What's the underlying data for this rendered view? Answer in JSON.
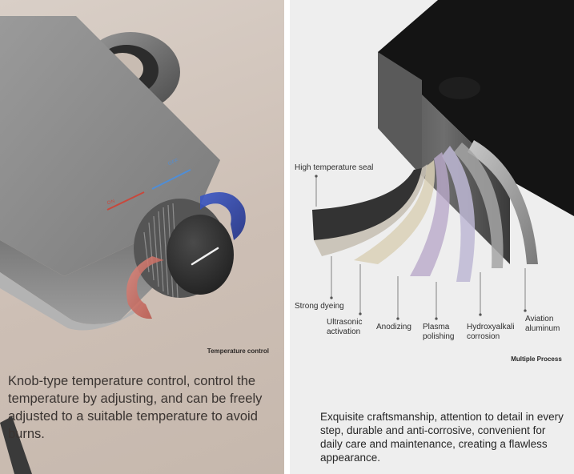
{
  "left_panel": {
    "on_label": "ON",
    "off_label": "OFF",
    "label": "Temperature control",
    "caption": "Knob-type temperature control, control the temperature by adjusting, and can be freely adjusted to a suitable temperature to avoid burns."
  },
  "right_panel": {
    "layers": [
      "High temperature seal",
      "Strong dyeing",
      "Ultrasonic activation",
      "Anodizing",
      "Plasma polishing",
      "Hydroxyalkali corrosion",
      "Aviation aluminum"
    ],
    "title": "Multiple Process",
    "caption": "Exquisite craftsmanship, attention to detail in every step, durable and anti-corrosive, convenient for daily care and maintenance, creating a flawless appearance."
  },
  "colors": {
    "left_background": "#cfc2b8",
    "metal_gray": "#8c8c8c",
    "hot_red": "#c8483c",
    "cold_blue": "#2f4fb8",
    "right_background": "#eeeeee",
    "black_top": "#141414"
  }
}
